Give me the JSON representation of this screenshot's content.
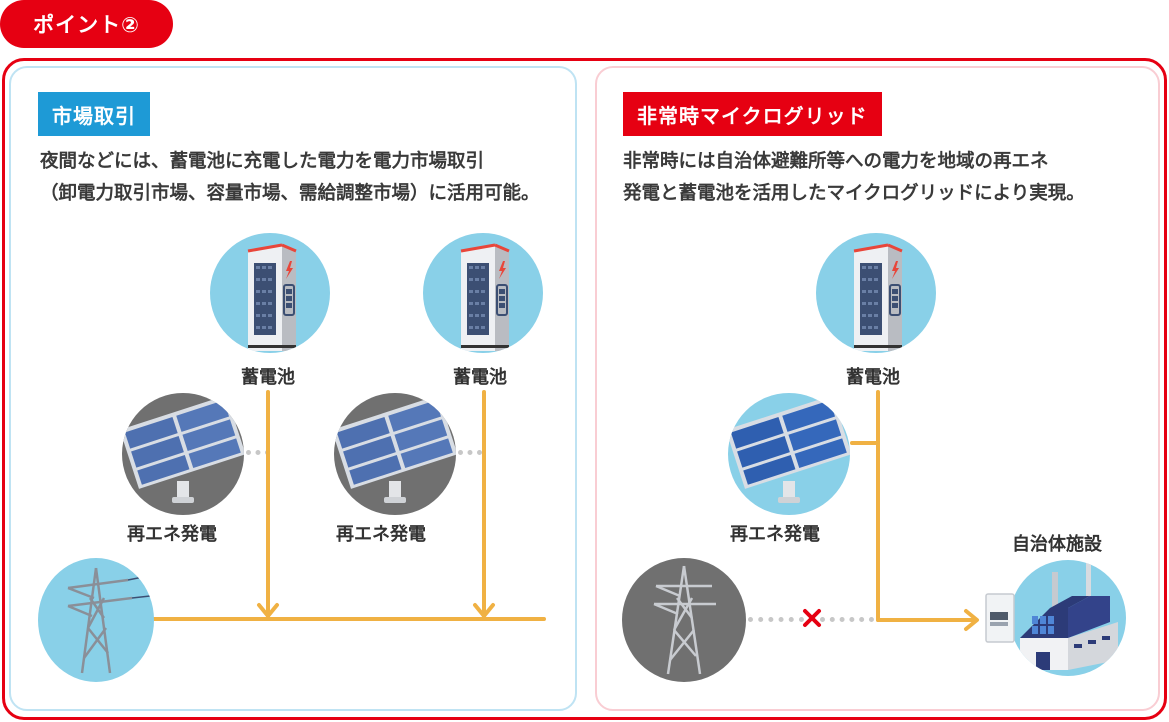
{
  "badge": {
    "label": "ポイント②"
  },
  "left_panel": {
    "tag": "市場取引",
    "desc_line1": "夜間などには、蓄電池に充電した電力を電力市場取引",
    "desc_line2": "（卸電力取引市場、容量市場、需給調整市場）に活用可能。",
    "battery_label_1": "蓄電池",
    "battery_label_2": "蓄電池",
    "solar_label_1": "再エネ発電",
    "solar_label_2": "再エネ発電"
  },
  "right_panel": {
    "tag": "非常時マイクログリッド",
    "desc_line1": "非常時には自治体避難所等への電力を地域の再エネ",
    "desc_line2": "発電と蓄電池を活用したマイクログリッドにより実現。",
    "battery_label": "蓄電池",
    "solar_label": "再エネ発電",
    "facility_label": "自治体施設"
  },
  "icons": {
    "battery": "battery-storage-icon",
    "solar": "solar-panel-icon",
    "tower": "power-tower-icon",
    "facility": "factory-building-icon",
    "cross": "disconnect-x-icon"
  },
  "colors": {
    "accent_red": "#e60012",
    "accent_blue": "#1e9ad6",
    "flow_line": "#f0b143",
    "circle_sky": "#89d0e8",
    "circle_grey": "#707070"
  }
}
